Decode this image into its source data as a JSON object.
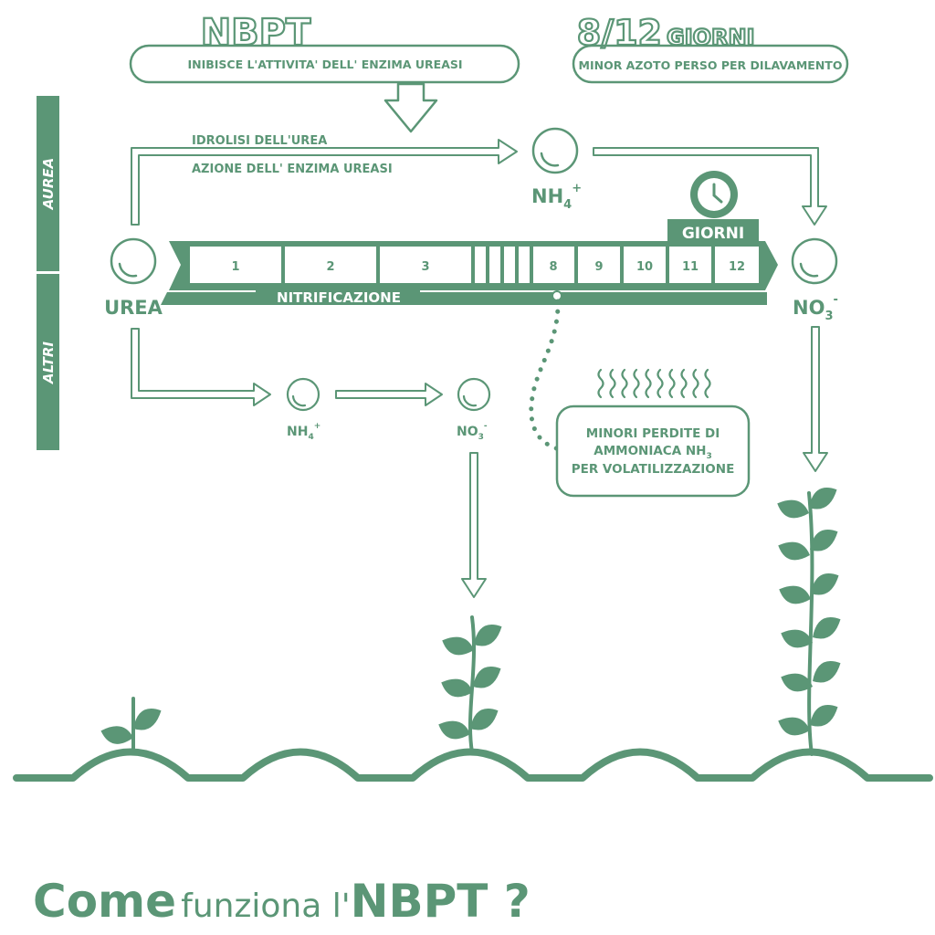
{
  "colors": {
    "green": "#5b9676",
    "background": "#ffffff"
  },
  "nbpt_box": {
    "title": "NBPT",
    "text": "INIBISCE L'ATTIVITA' DELL' ENZIMA UREASI"
  },
  "days_box": {
    "title_number": "8/12",
    "title_unit": "GIORNI",
    "text": "MINOR AZOTO PERSO PER DILAVAMENTO"
  },
  "side_labels": {
    "top": "AUREA",
    "bottom": "ALTRI"
  },
  "flow": {
    "line1": "IDROLISI DELL'UREA",
    "line2": "AZIONE DELL' ENZIMA UREASI",
    "nh4_top": {
      "base": "NH",
      "sub": "4",
      "sup": "+"
    },
    "no3_right": {
      "base": "NO",
      "sub": "3",
      "sup": "-"
    },
    "urea": "UREA",
    "nh4_bottom": {
      "base": "NH",
      "sub": "4",
      "sup": "+"
    },
    "no3_bottom": {
      "base": "NO",
      "sub": "3",
      "sup": "-"
    }
  },
  "timeline": {
    "label": "NITRIFICAZIONE",
    "giorni": "GIORNI",
    "icon": "clock-icon",
    "days": [
      "1",
      "2",
      "3",
      "8",
      "9",
      "10",
      "11",
      "12"
    ]
  },
  "volatilization": {
    "line1": "MINORI PERDITE DI",
    "line2_base": "AMMONIACA NH",
    "line2_sub": "3",
    "line3": "PER VOLATILIZZAZIONE"
  },
  "footer": {
    "bold1": "Come",
    "normal": "funziona l'",
    "bold2": "NBPT ?"
  }
}
